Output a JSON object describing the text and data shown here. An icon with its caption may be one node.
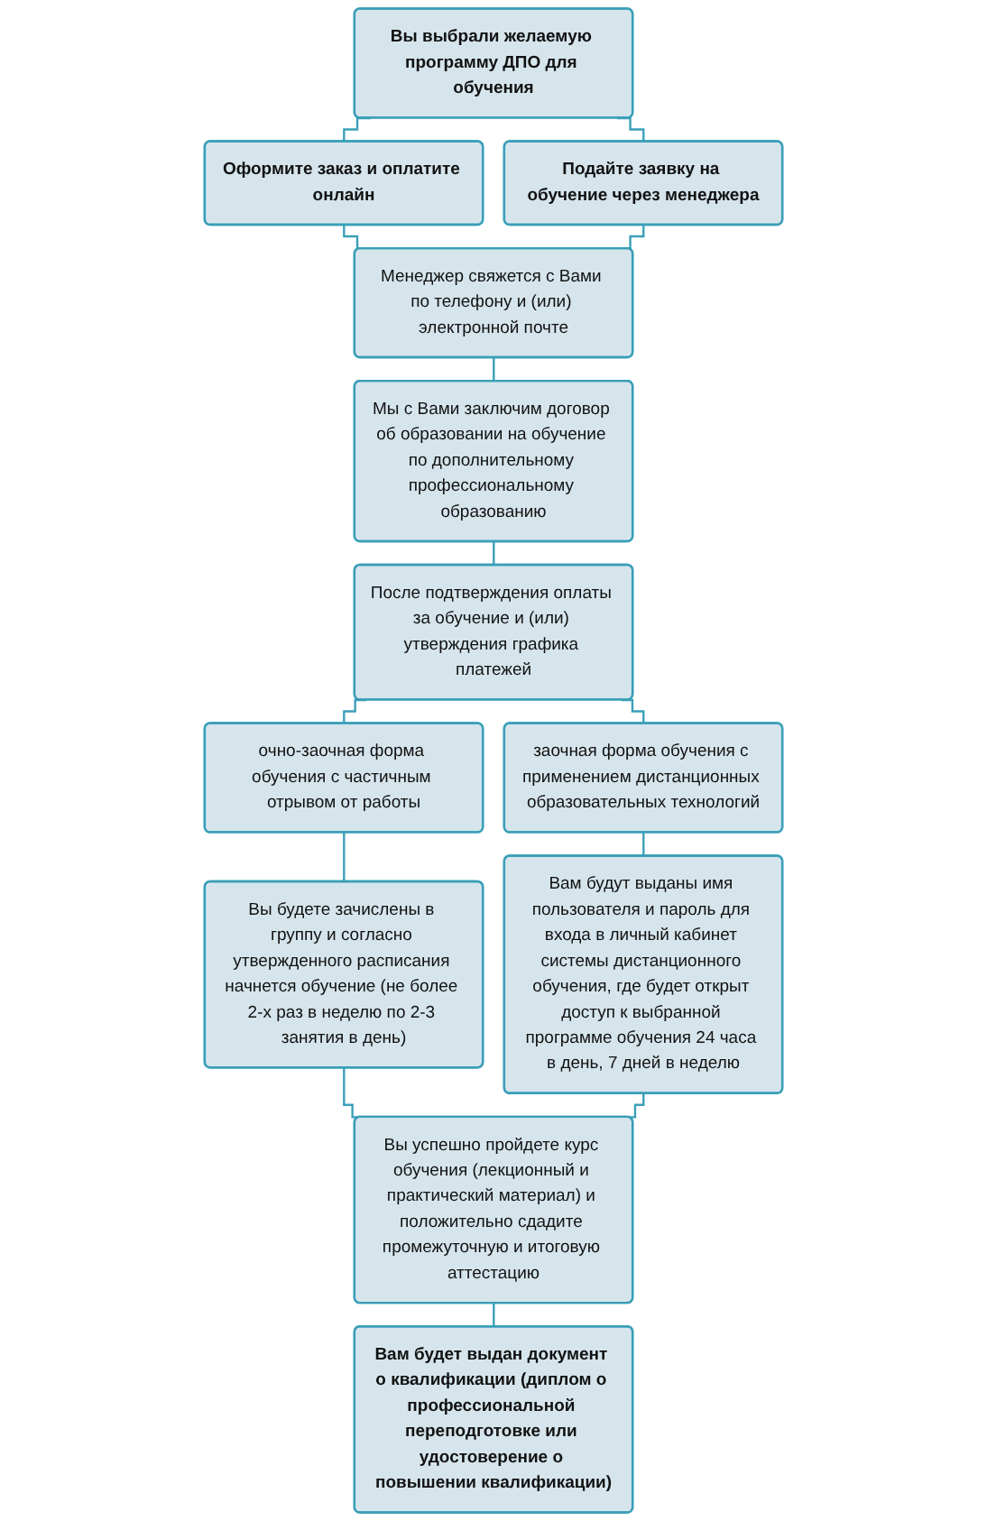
{
  "diagram": {
    "nodes": [
      {
        "text": [
          "Вы выбрали желаемую программу ДПО для обучения"
        ]
      },
      {
        "text": [
          "Оформите заказ и оплатите онлайн"
        ]
      },
      {
        "text": [
          "Подайте заявку на обучение через менеджера"
        ]
      },
      {
        "text": [
          "Менеджер свяжется с Вами по телефону и (или) электронной почте"
        ]
      },
      {
        "text": [
          "Мы с Вами заключим договор об образовании на обучение по дополнительному профессиональному образованию"
        ]
      },
      {
        "text": [
          "После подтверждения оплаты за обучение и (или) утверждения графика платежей"
        ]
      },
      {
        "text": [
          "очно-заочная форма обучения с частичным отрывом от работы"
        ]
      },
      {
        "text": [
          "заочная форма обучения с применением дистанционных образовательных технологий"
        ]
      },
      {
        "text": [
          "Вы будете зачислены в группу и согласно утвержденного расписания начнется обучение (не более 2-х раз в неделю по 2-3 занятия в день)"
        ]
      },
      {
        "text": [
          "Вам будут выданы имя пользователя и пароль для входа в личный кабинет системы дистанционного обучения, где будет открыт доступ к выбранной программе обучения 24 часа в день, 7 дней в неделю"
        ]
      },
      {
        "text": [
          "Вы успешно пройдете курс обучения (лекционный и практический материал) и положительно сдадите промежуточную и итоговую аттестацию"
        ]
      },
      {
        "text": [
          "Вам будет выдан документ о квалификации (диплом о профессиональной переподготовке или удостоверение о повышении квалификации)"
        ]
      }
    ],
    "edges": [
      {
        "from": 0,
        "to": 1,
        "arrow": "none"
      },
      {
        "from": 0,
        "to": 2,
        "arrow": "none"
      },
      {
        "from": 1,
        "to": 3,
        "arrow": "none"
      },
      {
        "from": 2,
        "to": 3,
        "arrow": "none"
      },
      {
        "from": 3,
        "to": 4,
        "arrow": "none"
      },
      {
        "from": 4,
        "to": 5,
        "arrow": "none"
      },
      {
        "from": 5,
        "to": 6,
        "arrow": "none"
      },
      {
        "from": 5,
        "to": 7,
        "arrow": "none"
      },
      {
        "from": 6,
        "to": 8,
        "arrow": "none"
      },
      {
        "from": 7,
        "to": 9,
        "arrow": "none"
      },
      {
        "from": 8,
        "to": 10,
        "arrow": "none"
      },
      {
        "from": 9,
        "to": 10,
        "arrow": "none"
      },
      {
        "from": 10,
        "to": 11,
        "arrow": "none"
      }
    ]
  }
}
